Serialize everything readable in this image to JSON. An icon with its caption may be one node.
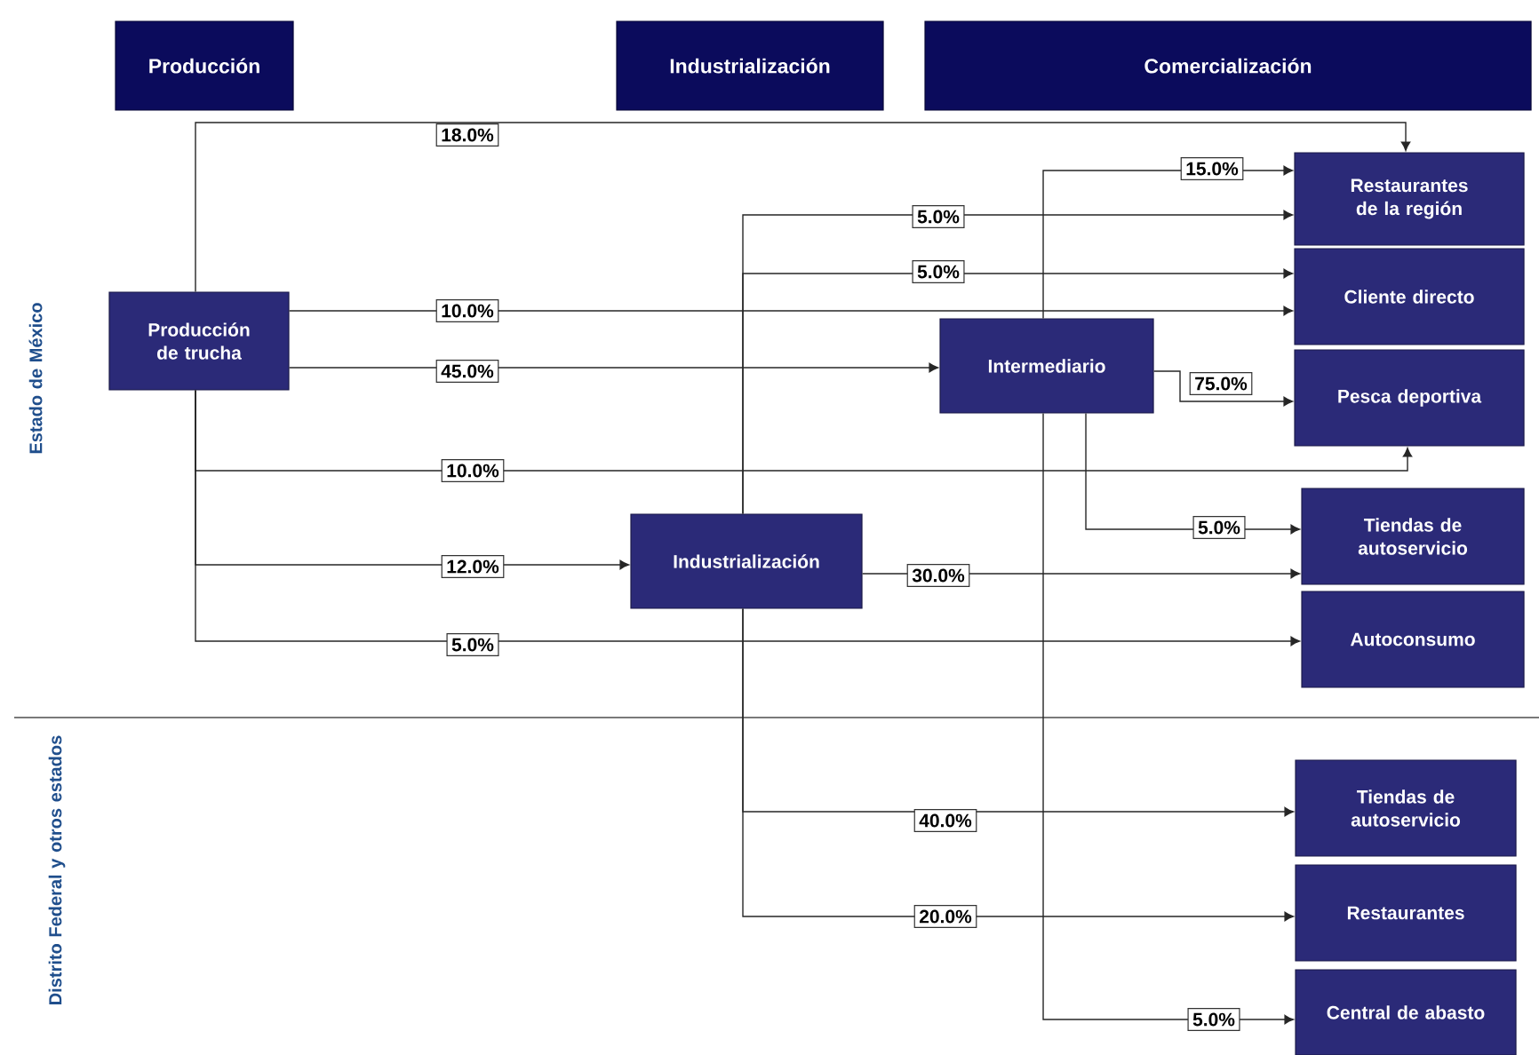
{
  "diagram": {
    "nodes": [
      {
        "text": [
          "Producción"
        ]
      },
      {
        "text": [
          "Industrialización"
        ]
      },
      {
        "text": [
          "Comercialización"
        ]
      },
      {
        "text": [
          "Producción de trucha"
        ]
      },
      {
        "text": [
          "Industrialización"
        ]
      },
      {
        "text": [
          "Intermediario"
        ]
      },
      {
        "text": [
          "Restaurantes de la región"
        ]
      },
      {
        "text": [
          "Cliente directo"
        ]
      },
      {
        "text": [
          "Pesca deportiva"
        ]
      },
      {
        "text": [
          "Tiendas de autoservicio"
        ]
      },
      {
        "text": [
          "Autoconsumo"
        ]
      },
      {
        "text": [
          "Tiendas de autoservicio"
        ]
      },
      {
        "text": [
          "Restaurantes"
        ]
      },
      {
        "text": [
          "Central de abasto"
        ]
      }
    ],
    "edges": [
      {
        "from": 3,
        "to": 6,
        "arrow": "to",
        "label": "18.0%"
      },
      {
        "from": 3,
        "to": 7,
        "arrow": "to",
        "label": "10.0%"
      },
      {
        "from": 3,
        "to": 5,
        "arrow": "to",
        "label": "45.0%"
      },
      {
        "from": 3,
        "to": 8,
        "arrow": "to",
        "label": "10.0%"
      },
      {
        "from": 3,
        "to": 4,
        "arrow": "to",
        "label": "12.0%"
      },
      {
        "from": 3,
        "to": 10,
        "arrow": "to",
        "label": "5.0%"
      },
      {
        "from": 4,
        "to": 6,
        "arrow": "to",
        "label": "5.0%"
      },
      {
        "from": 4,
        "to": 7,
        "arrow": "to",
        "label": "5.0%"
      },
      {
        "from": 4,
        "to": 9,
        "arrow": "to",
        "label": "30.0%"
      },
      {
        "from": 4,
        "to": 11,
        "arrow": "to",
        "label": "40.0%"
      },
      {
        "from": 4,
        "to": 12,
        "arrow": "to",
        "label": "20.0%"
      },
      {
        "from": 5,
        "to": 6,
        "arrow": "to",
        "label": "15.0%"
      },
      {
        "from": 5,
        "to": 8,
        "arrow": "to",
        "label": "75.0%"
      },
      {
        "from": 5,
        "to": 9,
        "arrow": "to",
        "label": "5.0%"
      },
      {
        "from": 5,
        "to": 13,
        "arrow": "to",
        "label": "5.0%"
      }
    ],
    "labels": [
      "Estado de México",
      "Distrito Federal y otros estados"
    ]
  }
}
